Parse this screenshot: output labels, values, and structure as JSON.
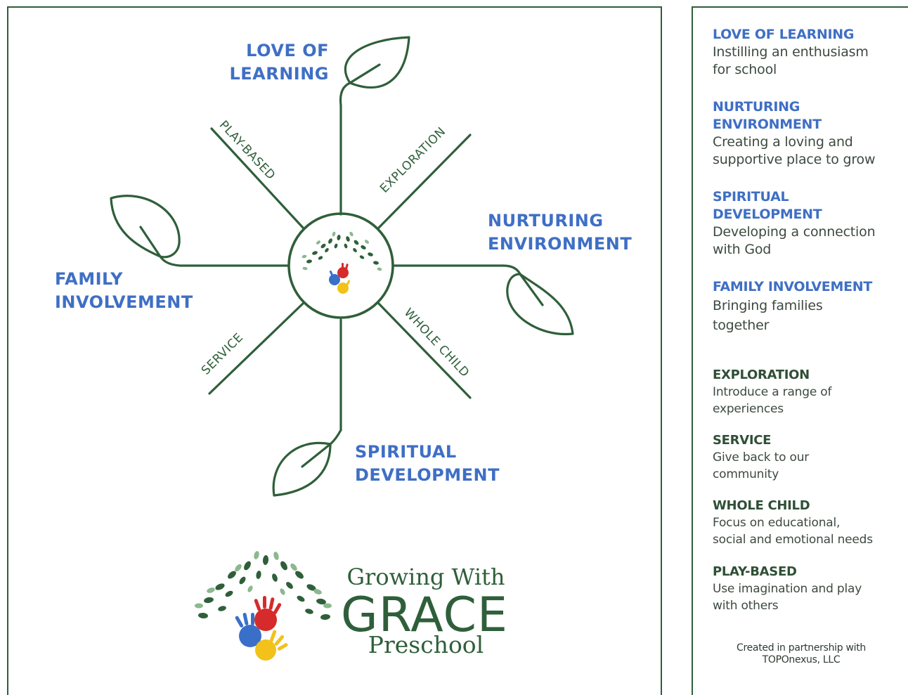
{
  "diagram": {
    "pillars": [
      {
        "id": "love-of-learning",
        "label": "LOVE OF\nLEARNING"
      },
      {
        "id": "nurturing-environment",
        "label": "NURTURING\nENVIRONMENT"
      },
      {
        "id": "spiritual-development",
        "label": "SPIRITUAL\nDEVELOPMENT"
      },
      {
        "id": "family-involvement",
        "label": "FAMILY\nINVOLVEMENT"
      }
    ],
    "branches": [
      {
        "id": "play-based",
        "label": "PLAY-BASED"
      },
      {
        "id": "exploration",
        "label": "EXPLORATION"
      },
      {
        "id": "whole-child",
        "label": "WHOLE CHILD"
      },
      {
        "id": "service",
        "label": "SERVICE"
      }
    ]
  },
  "logo": {
    "line1": "Growing With",
    "line2": "GRACE",
    "line3": "Preschool"
  },
  "legend": {
    "items": [
      {
        "title": "LOVE OF LEARNING",
        "description": "Instilling an enthusiasm\nfor school"
      },
      {
        "title": "NURTURING\nENVIRONMENT",
        "description": "Creating a loving and\nsupportive place to grow"
      },
      {
        "title": "SPIRITUAL\nDEVELOPMENT",
        "description": "Developing a connection\nwith God"
      },
      {
        "title": "FAMILY INVOLVEMENT",
        "description": "Bringing families\ntogether"
      },
      {
        "title": "EXPLORATION",
        "description": "Introduce a range of\nexperiences"
      },
      {
        "title": "SERVICE",
        "description": "Give back to our\ncommunity"
      },
      {
        "title": "WHOLE CHILD",
        "description": "Focus on educational,\nsocial and emotional needs"
      },
      {
        "title": "PLAY-BASED",
        "description": "Use imagination and play\nwith others"
      }
    ],
    "credit": "Created in partnership with\nTOPOnexus, LLC"
  },
  "colors": {
    "green": "#2f5f3a",
    "blue": "#3f6fc5",
    "leaf_light": "#8cb88f",
    "hand_red": "#d62b2b",
    "hand_blue": "#3a6fc9",
    "hand_yellow": "#f2c21b"
  }
}
